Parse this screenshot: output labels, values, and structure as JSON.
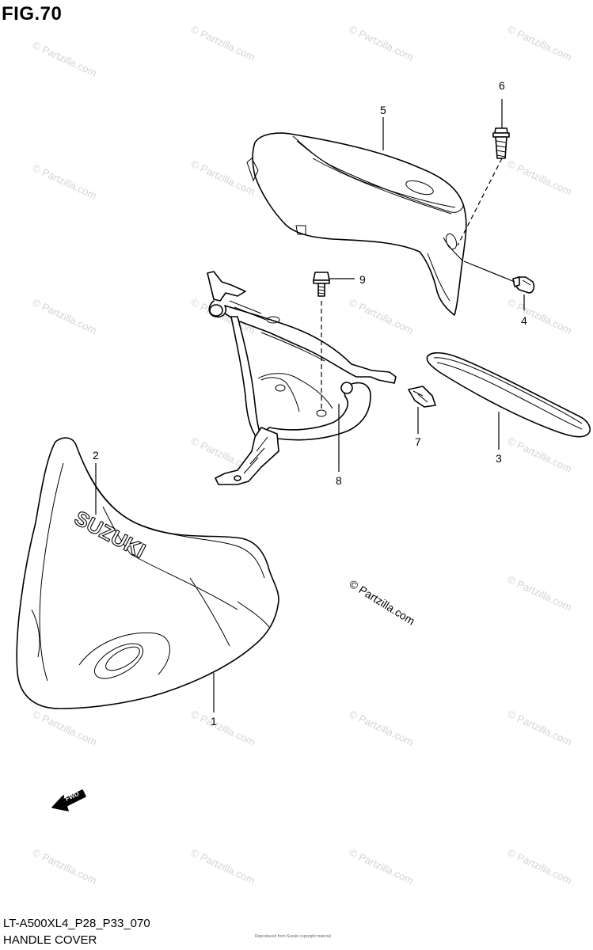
{
  "figure": {
    "title": "FIG.70",
    "model_code": "LT-A500XL4_P28_P33_070",
    "section_name": "HANDLE COVER"
  },
  "watermark": {
    "text": "© Partzilla.com",
    "prominent_text": "© Partzilla.com"
  },
  "badges": {
    "brand_text": "SUZUKI",
    "direction_text": "FWD"
  },
  "fine_print": "Reproduced from Suzuki copyright material",
  "callouts": [
    {
      "number": "1",
      "part": "handle cover"
    },
    {
      "number": "2",
      "part": "handle cover emblem area"
    },
    {
      "number": "3",
      "part": "meter lens cover"
    },
    {
      "number": "4",
      "part": "clip"
    },
    {
      "number": "5",
      "part": "rear cover"
    },
    {
      "number": "6",
      "part": "screw"
    },
    {
      "number": "7",
      "part": "nut"
    },
    {
      "number": "8",
      "part": "bracket"
    },
    {
      "number": "9",
      "part": "bolt"
    }
  ]
}
